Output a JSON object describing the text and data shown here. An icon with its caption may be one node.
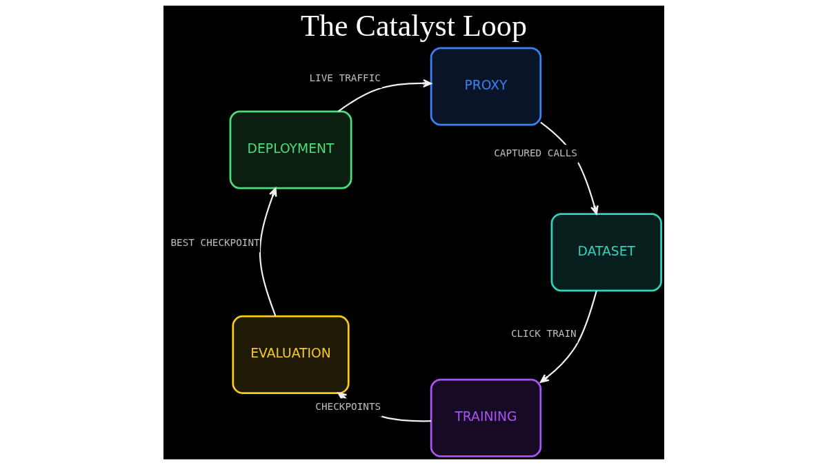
{
  "diagram": {
    "title": "The Catalyst Loop",
    "nodes": [
      {
        "text": [
          "PROXY"
        ]
      },
      {
        "text": [
          "DEPLOYMENT"
        ]
      },
      {
        "text": [
          "DATASET"
        ]
      },
      {
        "text": [
          "EVALUATION"
        ]
      },
      {
        "text": [
          "TRAINING"
        ]
      }
    ],
    "edges": [
      {
        "from": 0,
        "to": 2,
        "arrow": "to",
        "label": "CAPTURED CALLS"
      },
      {
        "from": 2,
        "to": 4,
        "arrow": "to",
        "label": "CLICK TRAIN"
      },
      {
        "from": 4,
        "to": 3,
        "arrow": "to",
        "label": "CHECKPOINTS"
      },
      {
        "from": 3,
        "to": 1,
        "arrow": "to",
        "label": "BEST CHECKPOINT"
      },
      {
        "from": 1,
        "to": 0,
        "arrow": "to",
        "label": "LIVE TRAFFIC"
      }
    ]
  }
}
